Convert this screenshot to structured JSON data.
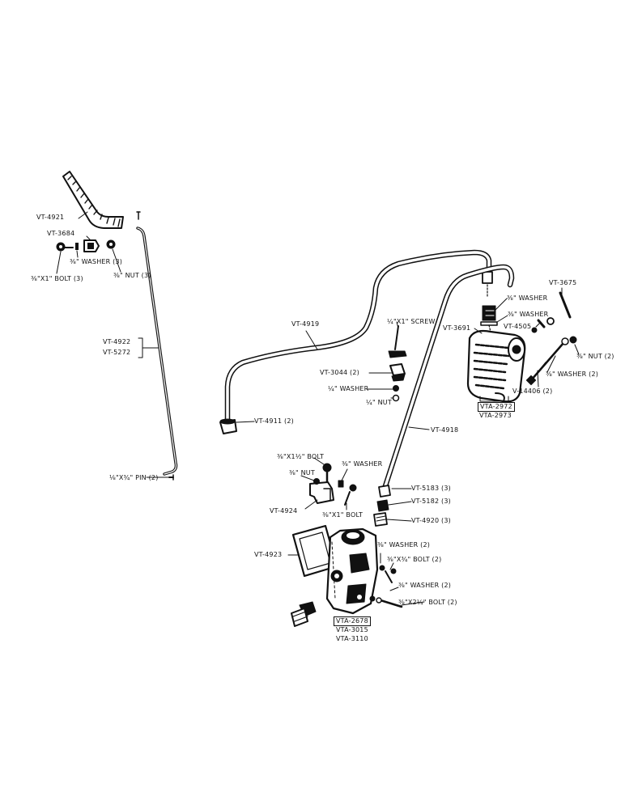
{
  "parts": {
    "control_lever": "VT-4921",
    "lever_pivot": "VT-3684",
    "lever_washer": "⅜\" WASHER (3)",
    "lever_bolt": "⅜\"X1\" BOLT (3)",
    "lever_nut": "⅜\" NUT (3)",
    "control_rod_a": "VT-4922",
    "control_rod_b": "VT-5272",
    "rod_pin": "⅛\"X¾\" PIN (2)",
    "long_tube": "VT-4919",
    "tube_fitting": "VT-4911 (2)",
    "clip_screw": "¼\"X1\" SCREW",
    "clip": "VT-3044 (2)",
    "clip_washer": "¼\" WASHER",
    "clip_nut": "¼\" NUT",
    "pump_tube": "VT-4918",
    "pump_washer_top": "⅜\" WASHER",
    "pump_washer_mid": "⅜\" WASHER",
    "pump_stud": "VT-3675",
    "pump_gasket": "VT-3691",
    "pump_spacer": "VT-4505",
    "pump_nut": "⅜\" NUT (2)",
    "pump_washer_lower": "⅜\" WASHER (2)",
    "pump_bolt": "V-14406 (2)",
    "pump_assy_a": "VTA-2972",
    "pump_assy_b": "VTA-2973",
    "bracket_bolt": "⅜\"X1½\" BOLT",
    "bracket_washer": "⅜\" WASHER",
    "bracket_nut": "⅜\" NUT",
    "bracket": "VT-4924",
    "bracket_bolt2": "⅜\"X1\" BOLT",
    "elbow_a": "VT-5183 (3)",
    "elbow_b": "VT-5182 (3)",
    "elbow_c": "VT-4920 (3)",
    "cover_plate": "VT-4923",
    "valve_washer_top": "⅜\" WASHER (2)",
    "valve_bolt_top": "⅜\"X¾\" BOLT (2)",
    "valve_washer_low": "⅜\" WASHER (2)",
    "valve_bolt_low": "⅜\"X2¼\" BOLT (2)",
    "valve_assy_a": "VTA-2678",
    "valve_assy_b": "VTA-3015",
    "valve_assy_c": "VTA-3110"
  }
}
